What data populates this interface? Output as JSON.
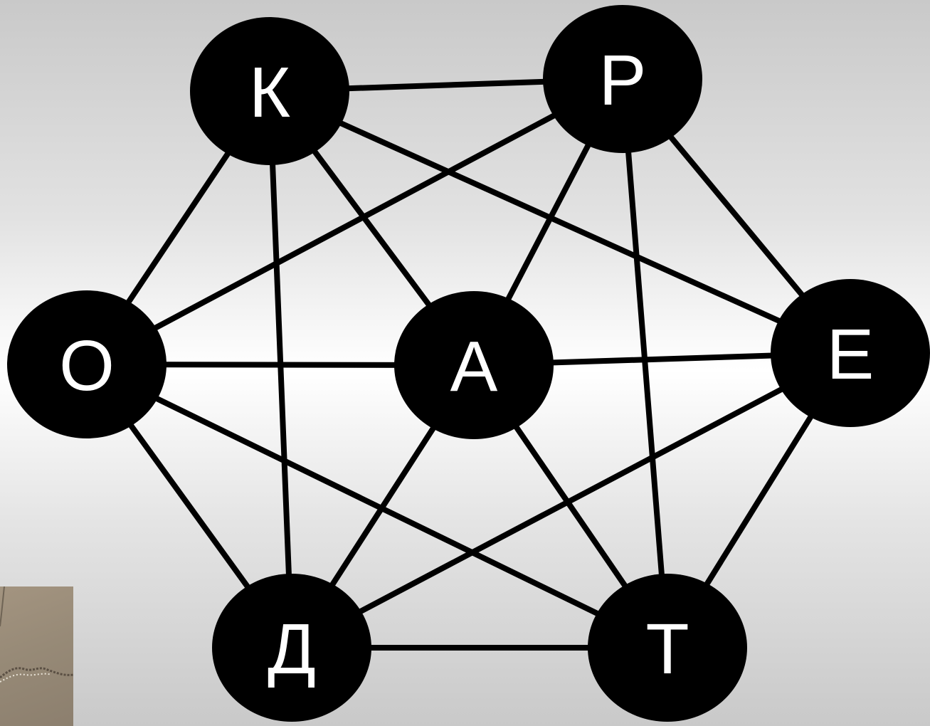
{
  "diagram": {
    "nodes": [
      {
        "id": "K",
        "label": "К"
      },
      {
        "id": "P",
        "label": "Р"
      },
      {
        "id": "O",
        "label": "О"
      },
      {
        "id": "A",
        "label": "А"
      },
      {
        "id": "E",
        "label": "Е"
      },
      {
        "id": "D",
        "label": "Д"
      },
      {
        "id": "T",
        "label": "Т"
      }
    ],
    "edges": [
      [
        "K",
        "P"
      ],
      [
        "K",
        "O"
      ],
      [
        "K",
        "D"
      ],
      [
        "K",
        "A"
      ],
      [
        "K",
        "E"
      ],
      [
        "P",
        "O"
      ],
      [
        "P",
        "A"
      ],
      [
        "P",
        "E"
      ],
      [
        "P",
        "T"
      ],
      [
        "O",
        "A"
      ],
      [
        "O",
        "D"
      ],
      [
        "O",
        "T"
      ],
      [
        "A",
        "E"
      ],
      [
        "A",
        "D"
      ],
      [
        "A",
        "T"
      ],
      [
        "E",
        "D"
      ],
      [
        "E",
        "T"
      ],
      [
        "D",
        "T"
      ]
    ],
    "colors": {
      "node_fill": "#000000",
      "edge_stroke": "#000000",
      "label": "#ffffff"
    }
  },
  "corner_image": {
    "name": "photo-thumbnail"
  }
}
